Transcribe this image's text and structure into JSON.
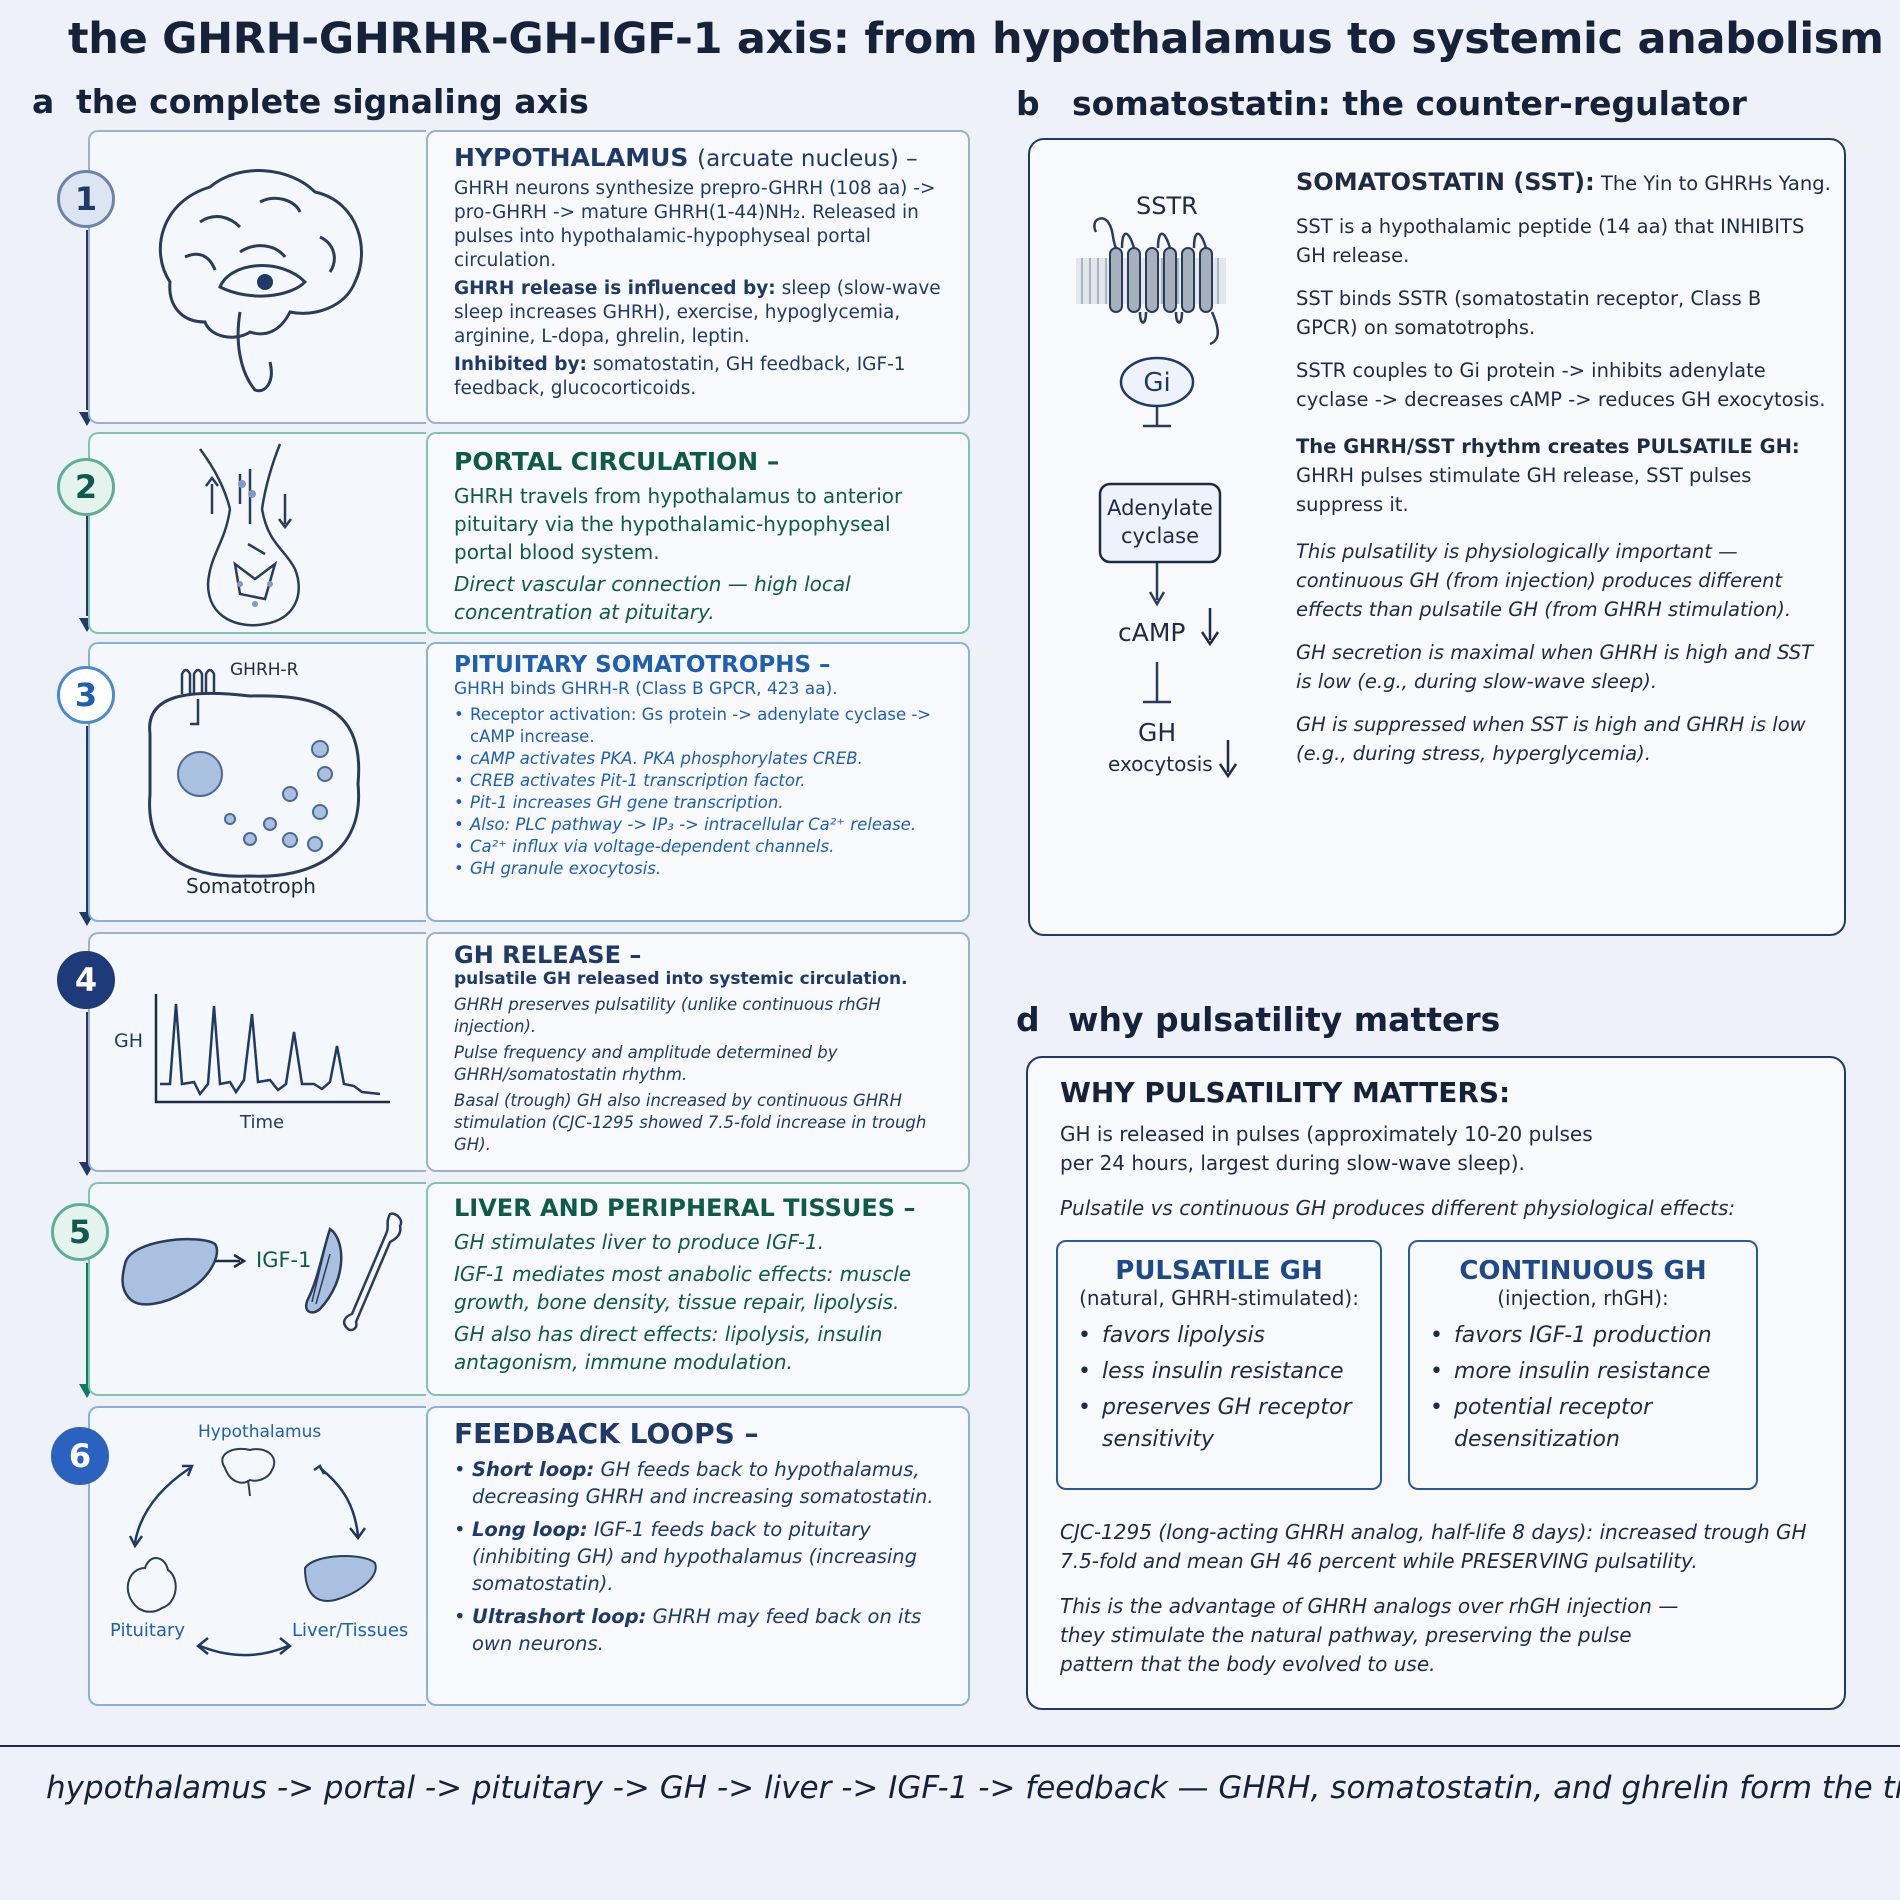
{
  "title": "the GHRH-GHRHR-GH-IGF-1 axis: from hypothalamus to systemic anabolism",
  "sections": {
    "a": {
      "letter": "a",
      "label": "the complete signaling axis"
    },
    "b": {
      "letter": "b",
      "label": "somatostatin: the counter-regulator"
    },
    "d": {
      "letter": "d",
      "label": "why pulsatility matters"
    }
  },
  "steps": [
    {
      "num": "1",
      "title": "HYPOTHALAMUS",
      "title_suffix": "(arcuate nucleus) –",
      "p1": "GHRH neurons synthesize prepro-GHRH (108 aa) -> pro-GHRH -> mature GHRH(1-44)NH₂. Released in pulses into hypothalamic-hypophyseal portal circulation.",
      "p2_bold": "GHRH release is influenced by:",
      "p2": "sleep (slow-wave sleep increases GHRH), exercise, hypoglycemia, arginine, L-dopa, ghrelin, leptin.",
      "p3_bold": "Inhibited by:",
      "p3": "somatostatin, GH feedback, IGF-1 feedback, glucocorticoids."
    },
    {
      "num": "2",
      "title": "PORTAL CIRCULATION –",
      "p1": "GHRH travels from hypothalamus to anterior pituitary via the hypothalamic-hypophyseal portal blood system.",
      "p2": "Direct vascular connection — high local concentration at pituitary."
    },
    {
      "num": "3",
      "title": "PITUITARY SOMATOTROPHS –",
      "receptor_label": "GHRH-R",
      "cell_label": "Somatotroph",
      "p1": "GHRH binds GHRH-R (Class B GPCR, 423 aa).",
      "bullets": [
        "Receptor activation: Gs protein -> adenylate cyclase -> cAMP increase.",
        "cAMP activates PKA. PKA phosphorylates CREB.",
        "CREB activates Pit-1 transcription factor.",
        "Pit-1 increases GH gene transcription.",
        "Also: PLC pathway -> IP₃ -> intracellular Ca²⁺ release.",
        "Ca²⁺ influx via voltage-dependent channels.",
        "GH granule exocytosis."
      ]
    },
    {
      "num": "4",
      "title": "GH RELEASE –",
      "y_label": "GH",
      "x_label": "Time",
      "p1": "pulsatile GH released into systemic circulation.",
      "p2": "GHRH preserves pulsatility (unlike continuous rhGH injection).",
      "p3": "Pulse frequency and amplitude determined by GHRH/somatostatin rhythm.",
      "p4": "Basal (trough) GH also increased by continuous GHRH stimulation (CJC-1295 showed 7.5-fold increase in trough GH)."
    },
    {
      "num": "5",
      "title": "LIVER AND PERIPHERAL TISSUES –",
      "igf_label": "IGF-1",
      "p1": "GH stimulates liver to produce IGF-1.",
      "p2": "IGF-1 mediates most anabolic effects: muscle growth, bone density, tissue repair, lipolysis.",
      "p3": "GH also has direct effects: lipolysis, insulin antagonism, immune modulation."
    },
    {
      "num": "6",
      "title": "FEEDBACK LOOPS –",
      "loop_top": "Hypothalamus",
      "loop_left": "Pituitary",
      "loop_right": "Liver/Tissues",
      "loops": [
        {
          "b": "Short loop:",
          "t": "GH feeds back to hypothalamus, decreasing GHRH and increasing somatostatin."
        },
        {
          "b": "Long loop:",
          "t": "IGF-1 feeds back to pituitary (inhibiting GH) and hypothalamus (increasing somatostatin)."
        },
        {
          "b": "Ultrashort loop:",
          "t": "GHRH may feed back on its own neurons."
        }
      ]
    }
  ],
  "panel_b": {
    "sstr": "SSTR",
    "gi": "Gi",
    "ac": "Adenylate cyclase",
    "camp": "cAMP",
    "gh": "GH",
    "exo": "exocytosis",
    "head_bold": "SOMATOSTATIN (SST):",
    "head_rest": "The Yin to GHRHs Yang.",
    "p1": "SST is a hypothalamic peptide (14 aa) that INHIBITS GH release.",
    "p2": "SST binds SSTR (somatostatin receptor, Class B GPCR) on somatotrophs.",
    "p3": "SSTR couples to Gi protein -> inhibits adenylate cyclase -> decreases cAMP -> reduces GH exocytosis.",
    "p4_bold": "The GHRH/SST rhythm creates PULSATILE GH:",
    "p4": "GHRH pulses stimulate GH release, SST pulses suppress it.",
    "p5": "This pulsatility is physiologically important — continuous GH (from injection) produces different effects than pulsatile GH (from GHRH stimulation).",
    "p6": "GH secretion is maximal when GHRH is high and SST is low (e.g., during slow-wave sleep).",
    "p7": "GH is suppressed when SST is high and GHRH is low (e.g., during stress, hyperglycemia)."
  },
  "panel_d": {
    "heading": "WHY PULSATILITY MATTERS:",
    "p1": "GH is released in pulses (approximately 10-20 pulses per 24 hours, largest during slow-wave sleep).",
    "p2": "Pulsatile vs continuous GH produces different physiological effects:",
    "pulsatile": {
      "title": "PULSATILE GH",
      "sub": "(natural, GHRH-stimulated):",
      "items": [
        "favors lipolysis",
        "less insulin resistance",
        "preserves GH receptor sensitivity"
      ]
    },
    "continuous": {
      "title": "CONTINUOUS GH",
      "sub": "(injection, rhGH):",
      "items": [
        "favors IGF-1 production",
        "more insulin resistance",
        "potential receptor desensitization"
      ]
    },
    "p3": "CJC-1295 (long-acting GHRH analog, half-life 8 days): increased trough GH 7.5-fold and mean GH 46 percent while PRESERVING pulsatility.",
    "p4": "This is the advantage of GHRH analogs over rhGH injection — they stimulate the natural pathway, preserving the pulse pattern that the body evolved to use."
  },
  "footer": "hypothalamus -> portal -> pituitary -> GH -> liver -> IGF-1 -> feedback — GHRH, somatostatin, and ghrelin form the triad",
  "colors": {
    "navy": "#1f3a66",
    "teal": "#0f5a4a",
    "blue": "#1f5fb0",
    "organ": "#a9c0e0"
  }
}
